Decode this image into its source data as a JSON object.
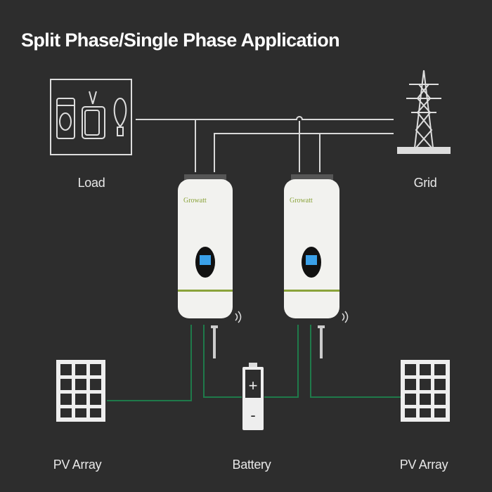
{
  "title": "Split Phase/Single Phase Application",
  "labels": {
    "load": "Load",
    "grid": "Grid",
    "pv_left": "PV Array",
    "battery": "Battery",
    "pv_right": "PV Array"
  },
  "inverter_brand": "Growatt",
  "battery_symbols": {
    "plus": "+",
    "minus": "-"
  },
  "colors": {
    "background": "#2d2d2d",
    "ac_wire": "#d8d8d8",
    "dc_wire": "#1f7a4a",
    "inverter_body": "#f2f2ef",
    "accent_stripe": "#8aa33a",
    "screen": "#3aa0e8"
  }
}
